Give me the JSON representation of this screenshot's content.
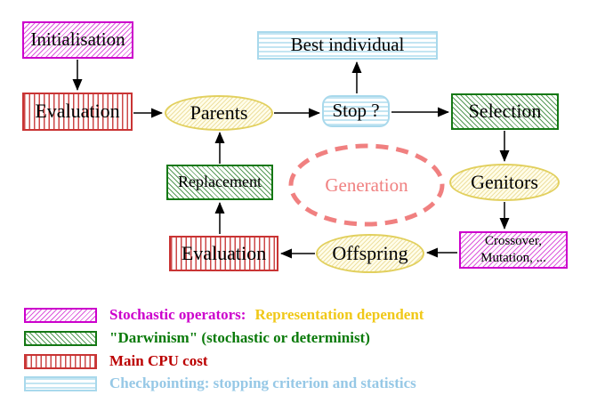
{
  "diagram": {
    "nodes": {
      "initialisation": {
        "label": "Initialisation",
        "style": "magenta-hatch"
      },
      "evaluation_top": {
        "label": "Evaluation",
        "style": "red-stripes"
      },
      "parents": {
        "label": "Parents",
        "style": "yellow-ellipse"
      },
      "best_individual": {
        "label": "Best individual",
        "style": "cyan-stripes"
      },
      "stop": {
        "label": "Stop ?",
        "style": "cyan-stripes-rounded"
      },
      "selection": {
        "label": "Selection",
        "style": "green-hatch"
      },
      "genitors": {
        "label": "Genitors",
        "style": "yellow-ellipse"
      },
      "crossover_mutation": {
        "line1": "Crossover,",
        "line2": "Mutation, ...",
        "style": "magenta-hatch"
      },
      "offspring": {
        "label": "Offspring",
        "style": "yellow-ellipse"
      },
      "evaluation_bottom": {
        "label": "Evaluation",
        "style": "red-stripes"
      },
      "replacement": {
        "label": "Replacement",
        "style": "green-hatch"
      },
      "generation": {
        "label": "Generation",
        "style": "coral-dashed-ellipse"
      }
    }
  },
  "legend": {
    "items": [
      {
        "swatch": "magenta-hatch",
        "label": "Stochastic operators:",
        "label2": "Representation dependent"
      },
      {
        "swatch": "green-hatch",
        "label": "\"Darwinism\" (stochastic or determinist)"
      },
      {
        "swatch": "red-stripes",
        "label": "Main CPU cost"
      },
      {
        "swatch": "cyan-stripes",
        "label": "Checkpointing: stopping criterion and statistics"
      }
    ]
  },
  "colors": {
    "magenta": "#cc00cc",
    "green": "#0a7a0a",
    "red": "#bb0000",
    "light_blue": "#96c8e6",
    "gold": "#f0c818",
    "yellow_node": "#e2d05e",
    "coral": "#f08080",
    "arrow": "#000000"
  }
}
